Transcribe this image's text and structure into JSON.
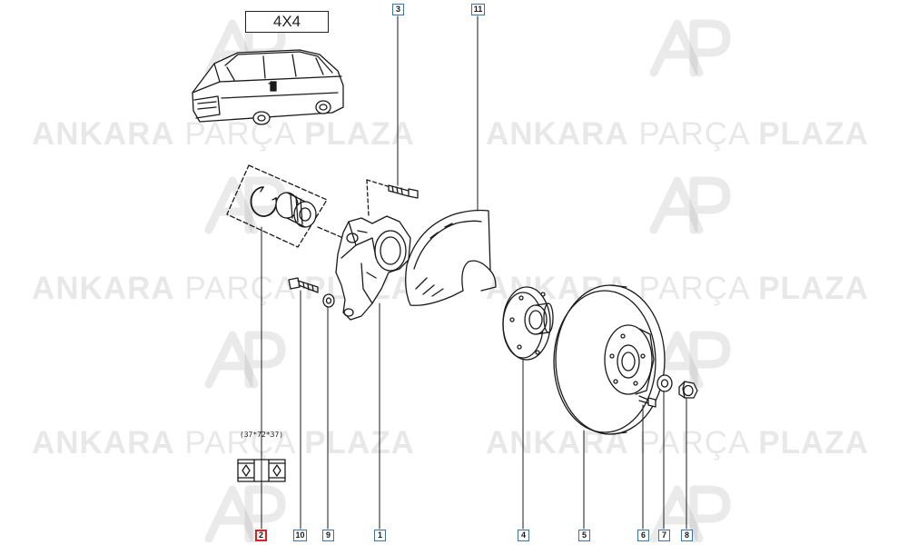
{
  "watermark": {
    "mark": "AP",
    "word1": "ANKARA",
    "word2": "PARÇA",
    "word3": "PLAZA",
    "color": "#969696"
  },
  "vehicle_badge": "4X4",
  "bearing_dimensions": "(37*72*37)",
  "callouts": [
    {
      "id": "c3",
      "label": "3"
    },
    {
      "id": "c11",
      "label": "11"
    },
    {
      "id": "c2",
      "label": "2"
    },
    {
      "id": "c10",
      "label": "10"
    },
    {
      "id": "c9",
      "label": "9"
    },
    {
      "id": "c1",
      "label": "1"
    },
    {
      "id": "c4",
      "label": "4"
    },
    {
      "id": "c5",
      "label": "5"
    },
    {
      "id": "c6",
      "label": "6"
    },
    {
      "id": "c7",
      "label": "7"
    },
    {
      "id": "c8",
      "label": "8"
    }
  ],
  "colors": {
    "callout_border": "#3b73a8",
    "highlight_border": "#e02020",
    "line": "#1a1a1a"
  }
}
